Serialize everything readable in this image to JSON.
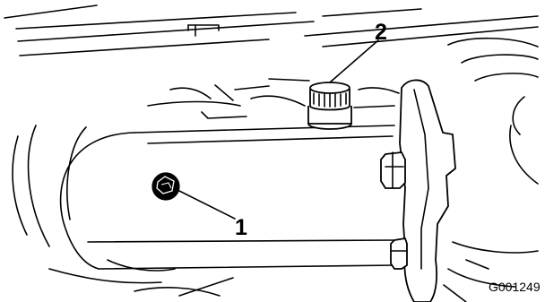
{
  "figure": {
    "figure_id": "G001249",
    "callouts": [
      {
        "number": "1"
      },
      {
        "number": "2"
      }
    ]
  }
}
